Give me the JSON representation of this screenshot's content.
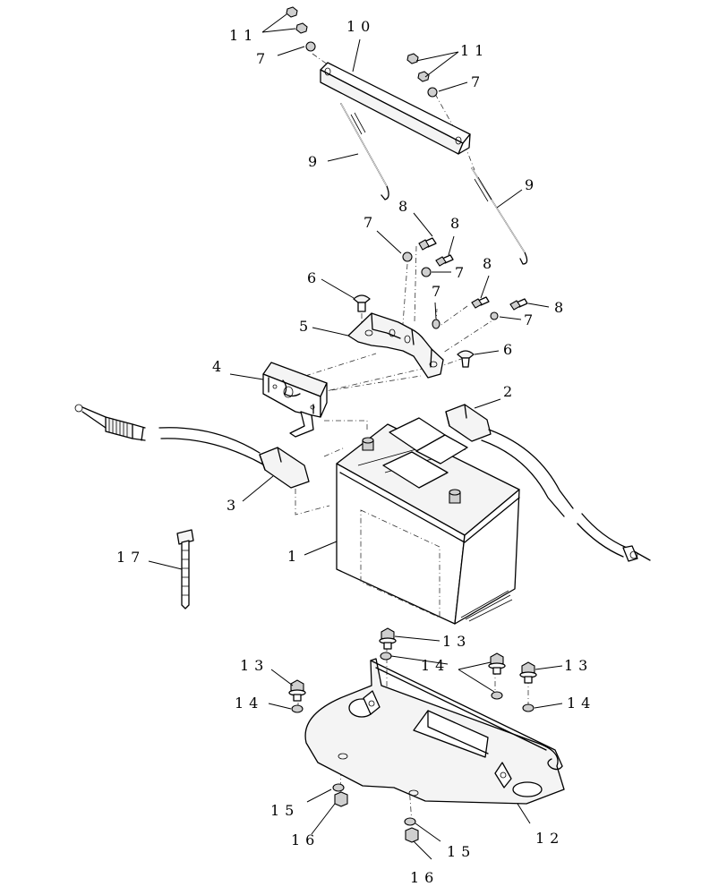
{
  "diagram": {
    "callouts": [
      "1",
      "2",
      "3",
      "4",
      "5",
      "6",
      "7",
      "8",
      "9",
      "10",
      "11",
      "12",
      "13",
      "14",
      "15",
      "16",
      "17"
    ]
  },
  "labels": {
    "l1": "1",
    "l2": "2",
    "l3": "3",
    "l4": "4",
    "l5": "5",
    "l6a": "6",
    "l6b": "6",
    "l7a": "7",
    "l7b": "7",
    "l7c": "7",
    "l7d": "7",
    "l7e": "7",
    "l7f": "7",
    "l8a": "8",
    "l8b": "8",
    "l8c": "8",
    "l8d": "8",
    "l9a": "9",
    "l9b": "9",
    "l10": "10",
    "l11a": "11",
    "l11b": "11",
    "l12": "12",
    "l13a": "13",
    "l13b": "13",
    "l13c": "13",
    "l14a": "14",
    "l14b": "14",
    "l14c": "14",
    "l15a": "15",
    "l15b": "15",
    "l16a": "16",
    "l16b": "16",
    "l17": "17"
  }
}
